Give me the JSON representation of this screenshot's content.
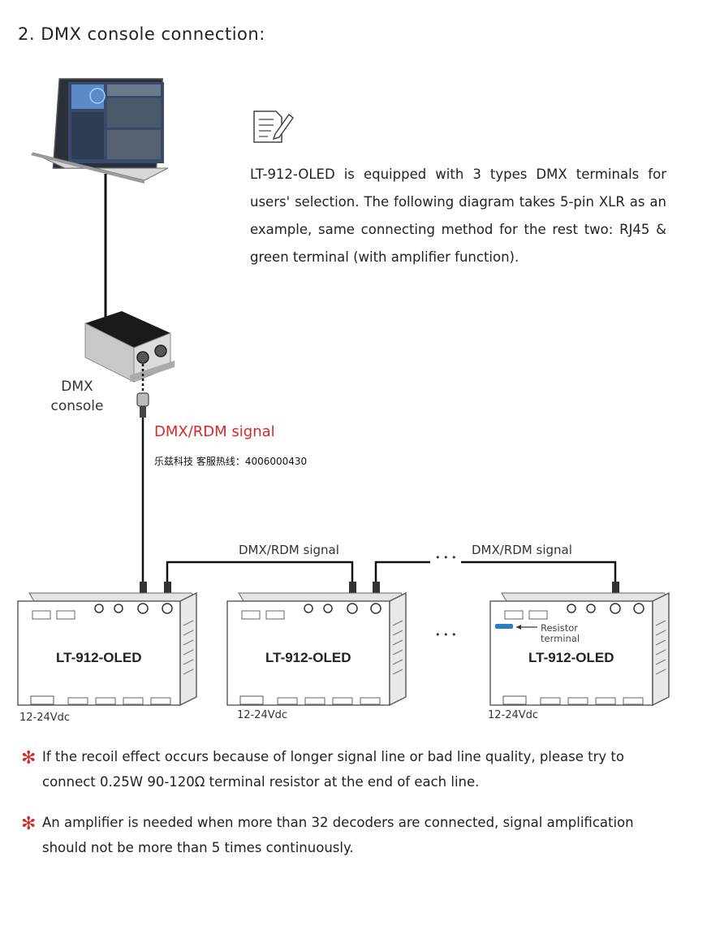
{
  "heading": "2. DMX console connection:",
  "description": "LT-912-OLED is equipped with 3 types DMX terminals for users' selection. The following diagram takes 5-pin XLR as an example, same connecting method for the rest two: RJ45 & green terminal (with amplifier function).",
  "console_label_line1": "DMX",
  "console_label_line2": "console",
  "signal_main": "DMX/RDM signal",
  "hotline": "乐兹科技 客服热线：4006000430",
  "link_label_1": "DMX/RDM signal",
  "link_label_2": "DMX/RDM signal",
  "ellipsis": "• • •",
  "devices": [
    {
      "model": "LT-912-OLED",
      "voltage": "12-24Vdc"
    },
    {
      "model": "LT-912-OLED",
      "voltage": "12-24Vdc"
    },
    {
      "model": "LT-912-OLED",
      "voltage": "12-24Vdc"
    }
  ],
  "resistor_label_line1": "Resistor",
  "resistor_label_line2": "terminal",
  "notes": [
    {
      "star": "✻",
      "text": "If the recoil effect occurs because of longer signal line or bad line quality, please try to connect 0.25W 90-120Ω terminal resistor at the end of each line."
    },
    {
      "star": "✻",
      "text": "An amplifier is needed when more than 32 decoders are connected, signal amplification should not be more than 5 times continuously."
    }
  ],
  "colors": {
    "accent_red": "#d42a2a",
    "line": "#111111"
  }
}
